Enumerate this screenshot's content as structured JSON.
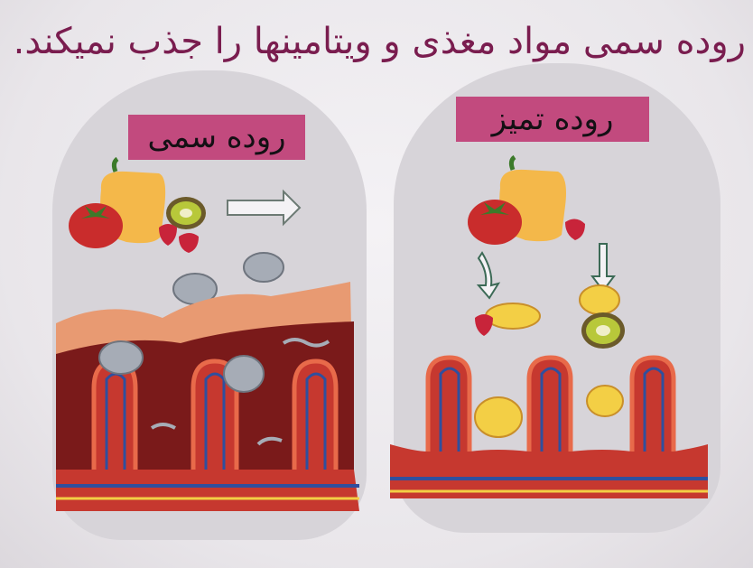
{
  "title": "روده سمی مواد مغذی و ویتامینها را جذب نمیکند.",
  "panels": {
    "toxic_label": "روده سمی",
    "clean_label": "روده تمیز"
  },
  "colors": {
    "title_text": "#7a1d4f",
    "label_bg": "#c24a7e",
    "tissue_red": "#b8312c",
    "tissue_dark": "#7a1a1a",
    "vein_blue": "#2f4f9e",
    "nutrient_yellow": "#f3cf45",
    "toxin_gray": "#9aa0ab"
  },
  "icons": [
    "arrow-right-icon",
    "arrow-down-icon",
    "tomato-icon",
    "pepper-icon",
    "kiwi-icon",
    "strawberry-icon",
    "toxin-cloud-icon",
    "nutrient-blob-icon"
  ]
}
